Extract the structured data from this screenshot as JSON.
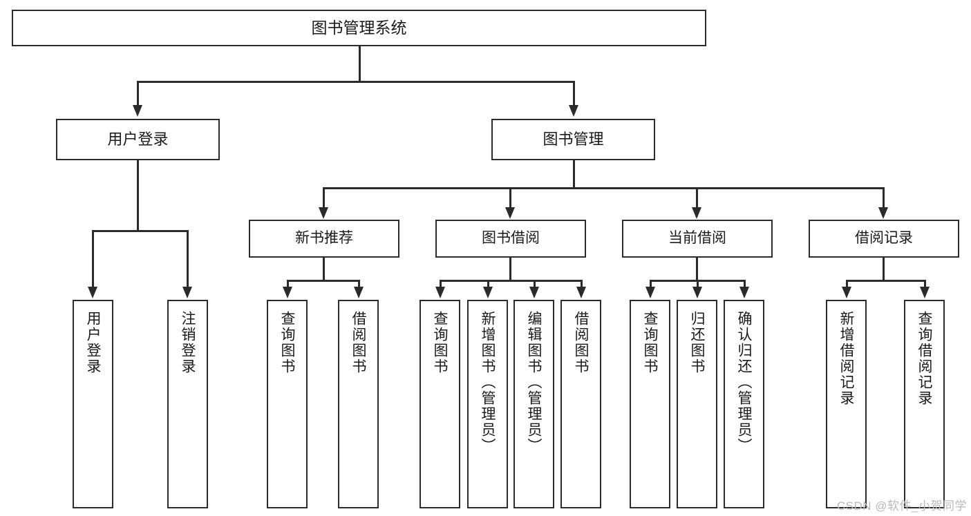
{
  "diagram": {
    "type": "tree-hierarchy",
    "title": "图书管理系统",
    "root": {
      "id": "root",
      "label": "图书管理系统"
    },
    "level2": [
      {
        "id": "user-login",
        "label": "用户登录"
      },
      {
        "id": "book-management",
        "label": "图书管理"
      }
    ],
    "level3": [
      {
        "id": "new-book-recommend",
        "label": "新书推荐"
      },
      {
        "id": "book-borrow",
        "label": "图书借阅"
      },
      {
        "id": "current-borrow",
        "label": "当前借阅"
      },
      {
        "id": "borrow-record",
        "label": "借阅记录"
      }
    ],
    "leaves": {
      "user_login": [
        {
          "id": "leaf-user-login",
          "label": "用户登录"
        },
        {
          "id": "leaf-logout-login",
          "label": "注销登录"
        }
      ],
      "new_book_recommend": [
        {
          "id": "leaf-query-book-1",
          "label": "查询图书"
        },
        {
          "id": "leaf-borrow-book-1",
          "label": "借阅图书"
        }
      ],
      "book_borrow": [
        {
          "id": "leaf-query-book-2",
          "label": "查询图书"
        },
        {
          "id": "leaf-add-book",
          "label": "新增图书（管理员）"
        },
        {
          "id": "leaf-edit-book",
          "label": "编辑图书（管理员）"
        },
        {
          "id": "leaf-borrow-book-2",
          "label": "借阅图书"
        }
      ],
      "current_borrow": [
        {
          "id": "leaf-query-book-3",
          "label": "查询图书"
        },
        {
          "id": "leaf-return-book",
          "label": "归还图书"
        },
        {
          "id": "leaf-confirm-return",
          "label": "确认归还（管理员）"
        }
      ],
      "borrow_record": [
        {
          "id": "leaf-add-record",
          "label": "新增借阅记录"
        },
        {
          "id": "leaf-query-record",
          "label": "查询借阅记录"
        }
      ]
    }
  },
  "watermark": {
    "text": "CSDN @软件_小贺同学"
  },
  "colors": {
    "stroke": "#2b2b2b",
    "fill": "#ffffff",
    "text": "#1a1a1a",
    "watermark": "#b9b9b9"
  }
}
